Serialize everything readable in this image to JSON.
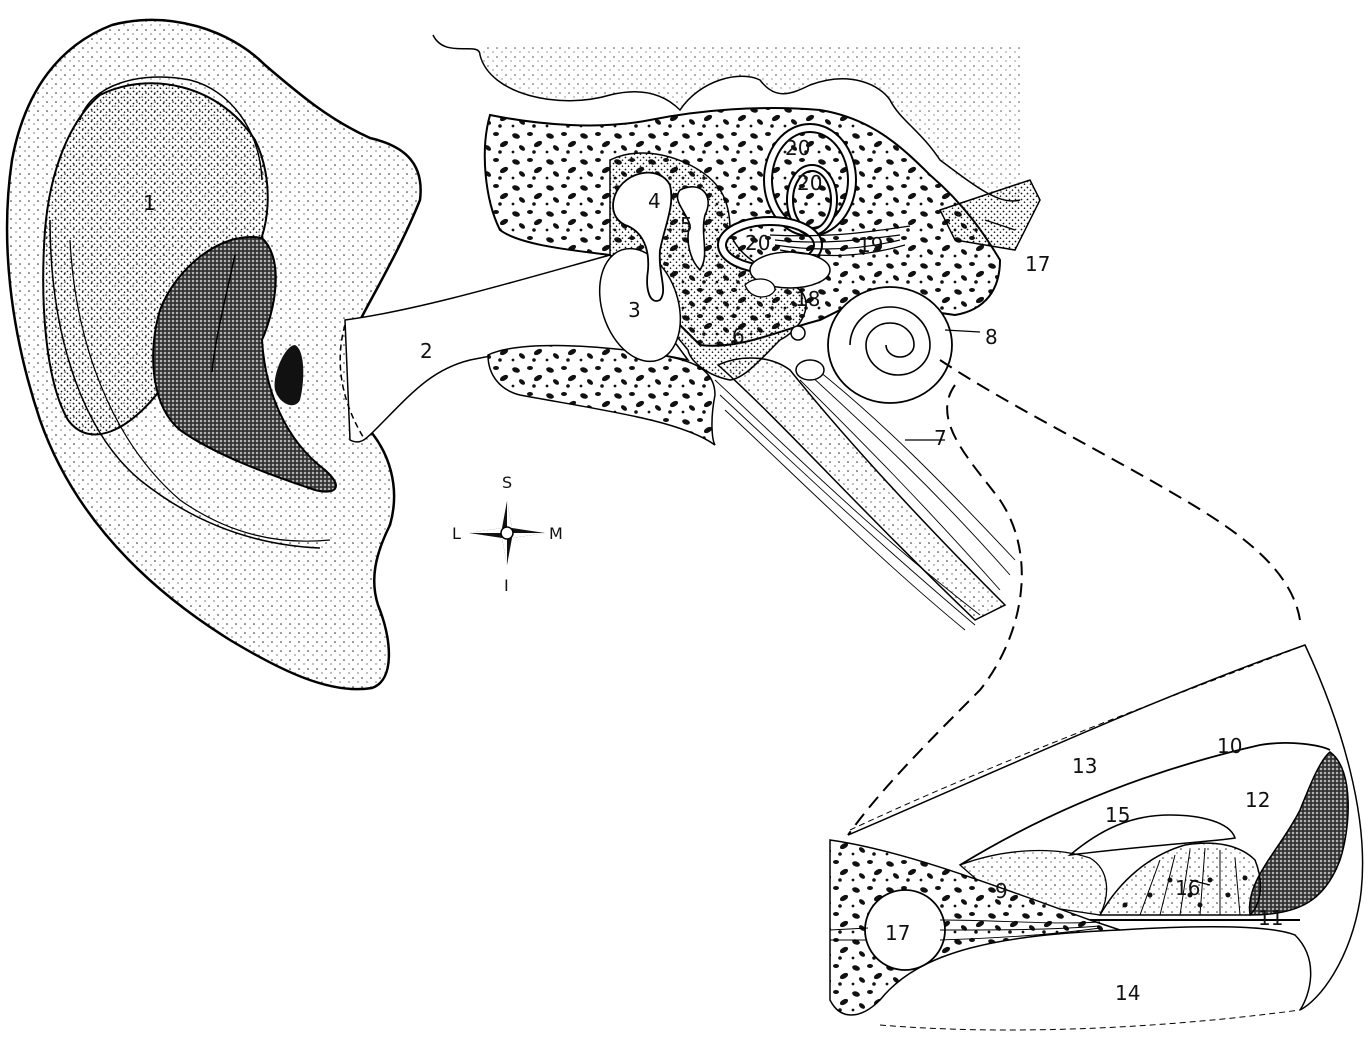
{
  "labels": {
    "l1": "1",
    "l2": "2",
    "l3": "3",
    "l4": "4",
    "l5": "5",
    "l6": "6",
    "l7": "7",
    "l8": "8",
    "l17_top": "17",
    "l18": "18",
    "l19": "19",
    "l20_a": "20",
    "l20_b": "20",
    "l20_c": "20",
    "l9": "9",
    "l10": "10",
    "l11": "11",
    "l12": "12",
    "l13": "13",
    "l14": "14",
    "l15": "15",
    "l16": "16",
    "l17_inset": "17"
  },
  "compass": {
    "superior": "S",
    "inferior": "I",
    "lateral": "L",
    "medial": "M"
  }
}
